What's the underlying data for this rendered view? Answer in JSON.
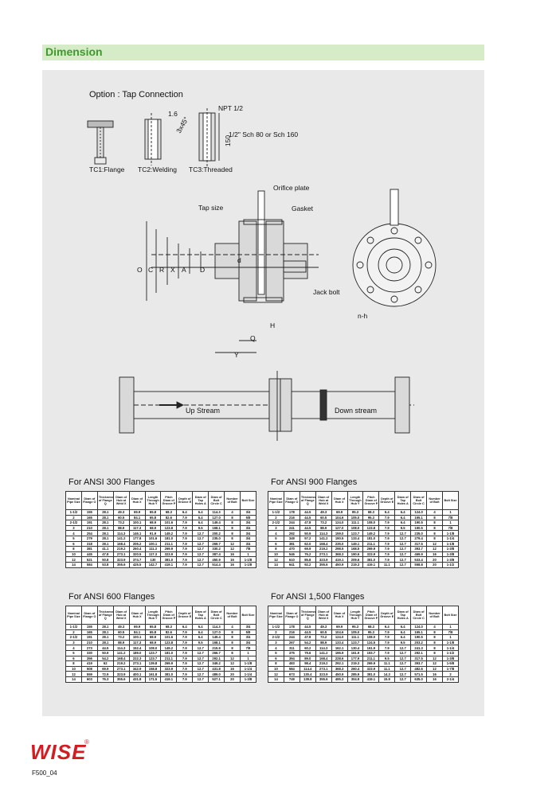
{
  "header": {
    "title": "Dimension"
  },
  "drawing": {
    "option_title": "Option : Tap Connection",
    "tc_labels": [
      "TC1:Flange",
      "TC2:Welding",
      "TC3:Threaded"
    ],
    "dim_16": "1.6",
    "dim_3x45": "3x45°",
    "npt": "NPT 1/2",
    "dim_150": "150",
    "sch": "1/2\" Sch 80 or Sch 160",
    "orifice_plate": "Orifice plate",
    "tap_size": "Tap size",
    "gasket": "Gasket",
    "jack_bolt": "Jack bolt",
    "n_h": "n-h",
    "letters": {
      "O": "O",
      "C": "C",
      "R": "R",
      "X": "X",
      "A": "A",
      "D": "D",
      "d": "d",
      "H": "H",
      "Q": "Q",
      "Y": "Y"
    },
    "up_stream": "Up Stream",
    "down_stream": "Down stream"
  },
  "tables": {
    "headers_a": [
      "Nominal Pipe Size",
      "Diam of Flange O",
      "Thickness of Flange Q",
      "Diam of Hub at Weld X",
      "Diam of Hub X",
      "Length Through Hub Y",
      "Pitch Diam of Groove P",
      "Depth of Groove E",
      "Diam of Tap Holes A",
      "Diam of Bolt Circle C",
      "Number of Bolt",
      "Bolt Size"
    ],
    "ansi300": {
      "title": "For ANSI 300 Flanges",
      "rows": [
        [
          "1-1/2",
          "155",
          "28.1",
          "49.3",
          "69.9",
          "65.8",
          "68.3",
          "6.4",
          "6.4",
          "114.3",
          "4",
          "3/4"
        ],
        [
          "2",
          "165",
          "28.1",
          "60.5",
          "84.1",
          "65.8",
          "82.6",
          "7.9",
          "6.4",
          "127.0",
          "8",
          "5/8"
        ],
        [
          "2-1/2",
          "191",
          "28.1",
          "73.2",
          "100.1",
          "68.9",
          "101.6",
          "7.9",
          "6.4",
          "149.4",
          "8",
          "3/4"
        ],
        [
          "3",
          "210",
          "28.1",
          "88.9",
          "117.3",
          "68.9",
          "123.8",
          "7.9",
          "9.5",
          "168.1",
          "8",
          "3/4"
        ],
        [
          "4",
          "254",
          "28.1",
          "114.3",
          "146.1",
          "91.9",
          "149.2",
          "7.9",
          "12.7",
          "200.2",
          "8",
          "3/4"
        ],
        [
          "5",
          "279",
          "28.1",
          "141.2",
          "177.8",
          "101.6",
          "181.0",
          "7.9",
          "12.7",
          "235.0",
          "8",
          "3/4"
        ],
        [
          "6",
          "318",
          "28.1",
          "168.4",
          "206.2",
          "100.1",
          "211.1",
          "7.9",
          "12.7",
          "269.7",
          "12",
          "3/4"
        ],
        [
          "8",
          "381",
          "41.1",
          "219.2",
          "260.4",
          "111.3",
          "269.9",
          "7.9",
          "12.7",
          "330.2",
          "12",
          "7/8"
        ],
        [
          "10",
          "445",
          "47.8",
          "273.1",
          "320.5",
          "117.3",
          "323.9",
          "7.9",
          "12.7",
          "387.4",
          "16",
          "1"
        ],
        [
          "12",
          "521",
          "50.8",
          "323.9",
          "374.7",
          "130",
          "381.0",
          "7.9",
          "12.7",
          "450.9",
          "16",
          "1-1/8"
        ],
        [
          "14",
          "584",
          "53.8",
          "355.6",
          "425.5",
          "142.7",
          "419.1",
          "7.9",
          "12.7",
          "514.4",
          "16",
          "1-1/8"
        ]
      ]
    },
    "ansi900": {
      "title": "For ANSI 900 Flanges",
      "rows": [
        [
          "1-1/2",
          "178",
          "44.5",
          "49.3",
          "69.9",
          "95.3",
          "68.3",
          "6.4",
          "6.4",
          "124.0",
          "4",
          "1"
        ],
        [
          "2",
          "216",
          "44.5",
          "60.5",
          "104.6",
          "105.0",
          "95.3",
          "7.9",
          "6.4",
          "165.1",
          "8",
          "7/8"
        ],
        [
          "2-1/2",
          "244",
          "47.8",
          "73.2",
          "124.0",
          "111.1",
          "108.0",
          "7.9",
          "6.4",
          "190.5",
          "8",
          "1"
        ],
        [
          "3",
          "241",
          "44.5",
          "88.9",
          "127.0",
          "108.0",
          "123.8",
          "7.9",
          "9.5",
          "190.5",
          "8",
          "7/8"
        ],
        [
          "4",
          "292",
          "50.9",
          "114.3",
          "159.0",
          "123.7",
          "149.2",
          "7.9",
          "12.7",
          "235.0",
          "8",
          "1-1/8"
        ],
        [
          "5",
          "349",
          "57.2",
          "141.2",
          "190.5",
          "133.4",
          "181.0",
          "7.9",
          "12.7",
          "279.4",
          "8",
          "1-1/4"
        ],
        [
          "6",
          "381",
          "62.0",
          "168.4",
          "235.0",
          "149.1",
          "211.1",
          "7.9",
          "12.7",
          "317.5",
          "12",
          "1-1/8"
        ],
        [
          "8",
          "470",
          "69.9",
          "219.2",
          "298.5",
          "168.5",
          "269.9",
          "7.9",
          "12.7",
          "393.7",
          "12",
          "1-3/8"
        ],
        [
          "10",
          "546",
          "76.2",
          "273.1",
          "368.3",
          "190.6",
          "323.9",
          "7.9",
          "12.7",
          "469.9",
          "16",
          "1-3/8"
        ],
        [
          "12",
          "610",
          "85.8",
          "323.9",
          "419.1",
          "209.6",
          "381.0",
          "7.9",
          "12.7",
          "533.4",
          "20",
          "1-3/8"
        ],
        [
          "14",
          "641",
          "92.2",
          "355.6",
          "450.9",
          "219.3",
          "419.1",
          "11.1",
          "12.7",
          "558.8",
          "20",
          "1-1/2"
        ]
      ]
    },
    "ansi600": {
      "title": "For ANSI 600 Flanges",
      "rows": [
        [
          "1-1/2",
          "155",
          "28.1",
          "49.3",
          "69.9",
          "65.8",
          "68.3",
          "6.4",
          "6.4",
          "114.3",
          "4",
          "3/4"
        ],
        [
          "2",
          "165",
          "28.1",
          "60.5",
          "84.1",
          "65.8",
          "82.6",
          "7.9",
          "6.4",
          "127.0",
          "8",
          "5/8"
        ],
        [
          "2-1/2",
          "191",
          "28.1",
          "73.2",
          "100.1",
          "68.9",
          "101.6",
          "7.9",
          "6.4",
          "149.4",
          "8",
          "3/4"
        ],
        [
          "3",
          "210",
          "28.1",
          "88.9",
          "117.3",
          "68.9",
          "123.8",
          "7.9",
          "9.5",
          "168.1",
          "8",
          "3/4"
        ],
        [
          "4",
          "273",
          "44.5",
          "114.3",
          "152.4",
          "108.0",
          "149.2",
          "7.9",
          "12.7",
          "215.9",
          "8",
          "7/8"
        ],
        [
          "5",
          "330",
          "50.9",
          "141.2",
          "189.0",
          "123.7",
          "181.0",
          "7.9",
          "12.7",
          "266.7",
          "8",
          "1"
        ],
        [
          "6",
          "356",
          "54.2",
          "168.4",
          "222.3",
          "123.7",
          "211.1",
          "7.9",
          "12.7",
          "292.1",
          "12",
          "1"
        ],
        [
          "8",
          "419",
          "62",
          "219.2",
          "273.1",
          "139.8",
          "269.9",
          "7.9",
          "12.7",
          "349.2",
          "12",
          "1-1/8"
        ],
        [
          "10",
          "508",
          "69.9",
          "273.1",
          "342.9",
          "158.8",
          "323.9",
          "7.9",
          "12.7",
          "431.8",
          "16",
          "1-1/4"
        ],
        [
          "12",
          "559",
          "72.9",
          "323.9",
          "400.1",
          "161.8",
          "381.0",
          "7.9",
          "12.7",
          "489.0",
          "20",
          "1-1/4"
        ],
        [
          "14",
          "603",
          "76.3",
          "355.6",
          "431.8",
          "171.5",
          "419.1",
          "7.9",
          "12.7",
          "527.1",
          "20",
          "1-3/8"
        ]
      ]
    },
    "ansi1500": {
      "title": "For ANSI 1,500 Flanges",
      "rows": [
        [
          "1-1/2",
          "178",
          "44.5",
          "49.3",
          "69.9",
          "95.3",
          "68.3",
          "6.4",
          "6.4",
          "124.0",
          "4",
          "1"
        ],
        [
          "2",
          "216",
          "44.5",
          "60.5",
          "104.6",
          "105.0",
          "95.3",
          "7.9",
          "6.4",
          "165.1",
          "8",
          "7/8"
        ],
        [
          "2-1/2",
          "244",
          "47.8",
          "73.2",
          "124.0",
          "111.1",
          "108.0",
          "7.9",
          "6.4",
          "190.5",
          "8",
          "1"
        ],
        [
          "3",
          "267",
          "54.2",
          "88.9",
          "133.4",
          "123.7",
          "124.5",
          "7.9",
          "9.5",
          "203.2",
          "8",
          "1-1/8"
        ],
        [
          "4",
          "311",
          "60.2",
          "114.3",
          "162.1",
          "130.4",
          "161.9",
          "7.9",
          "12.7",
          "241.3",
          "8",
          "1-1/4"
        ],
        [
          "5",
          "375",
          "79.6",
          "141.2",
          "196.9",
          "161.9",
          "193.7",
          "7.9",
          "12.7",
          "292.1",
          "8",
          "1-1/2"
        ],
        [
          "6",
          "394",
          "89.0",
          "168.4",
          "228.6",
          "177.9",
          "211.1",
          "9.5",
          "12.7",
          "317.5",
          "12",
          "1-3/8"
        ],
        [
          "8",
          "483",
          "98.4",
          "219.2",
          "292.1",
          "219.3",
          "269.9",
          "11.1",
          "12.7",
          "393.7",
          "12",
          "1-5/8"
        ],
        [
          "10",
          "584",
          "114.4",
          "273.1",
          "368.3",
          "260.4",
          "323.9",
          "11.1",
          "12.7",
          "482.6",
          "12",
          "1-7/8"
        ],
        [
          "12",
          "673",
          "130.4",
          "323.9",
          "450.9",
          "285.9",
          "381.0",
          "14.3",
          "12.7",
          "571.5",
          "16",
          "2"
        ],
        [
          "14",
          "749",
          "139.8",
          "355.6",
          "495.3",
          "304.9",
          "419.1",
          "15.9",
          "12.7",
          "635.0",
          "16",
          "2-1/4"
        ]
      ]
    }
  },
  "footer": {
    "logo": "WISE",
    "reg": "®",
    "code": "F500_04"
  }
}
